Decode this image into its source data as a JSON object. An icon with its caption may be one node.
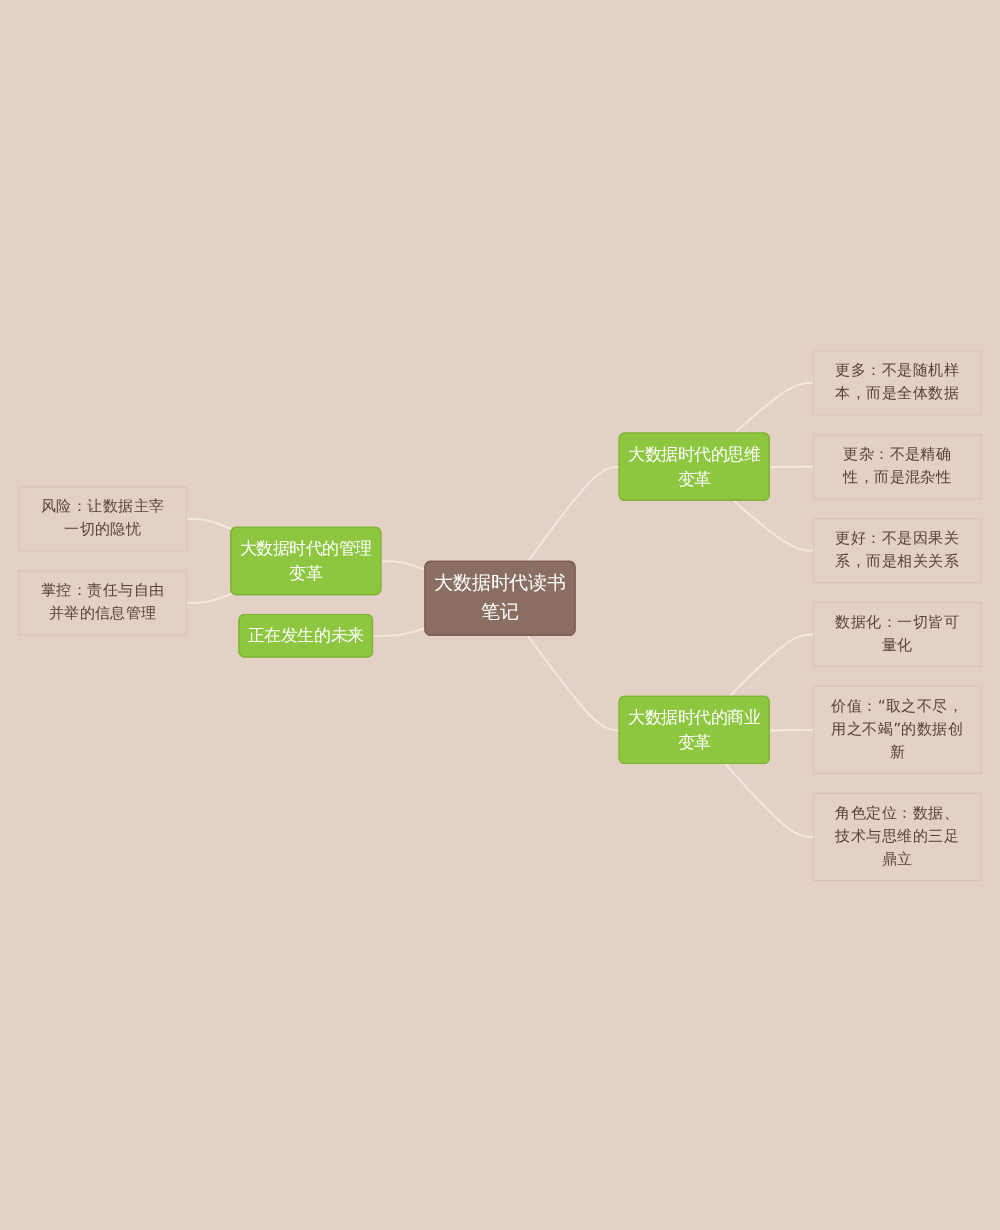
{
  "diagram": {
    "nodes": [
      {
        "text": [
          "大数据时代读书笔记"
        ]
      },
      {
        "text": [
          "大数据时代的思维变革"
        ]
      },
      {
        "text": [
          "更多：不是随机样本，而是全体数据"
        ]
      },
      {
        "text": [
          "更杂：不是精确性，而是混杂性"
        ]
      },
      {
        "text": [
          "更好：不是因果关系，而是相关关系"
        ]
      },
      {
        "text": [
          "大数据时代的商业变革"
        ]
      },
      {
        "text": [
          "数据化：一切皆可量化"
        ]
      },
      {
        "text": [
          "价值：“取之不尽，用之不竭”的数据创新"
        ]
      },
      {
        "text": [
          "角色定位：数据、技术与思维的三足鼎立"
        ]
      },
      {
        "text": [
          "大数据时代的管理变革"
        ]
      },
      {
        "text": [
          "风险：让数据主宰一切的隐忧"
        ]
      },
      {
        "text": [
          "掌控：责任与自由并举的信息管理"
        ]
      },
      {
        "text": [
          "正在发生的未来"
        ]
      }
    ],
    "edges": [
      {
        "from": 0,
        "to": 1,
        "arrow": "none"
      },
      {
        "from": 1,
        "to": 2,
        "arrow": "none"
      },
      {
        "from": 1,
        "to": 3,
        "arrow": "none"
      },
      {
        "from": 1,
        "to": 4,
        "arrow": "none"
      },
      {
        "from": 0,
        "to": 5,
        "arrow": "none"
      },
      {
        "from": 5,
        "to": 6,
        "arrow": "none"
      },
      {
        "from": 5,
        "to": 7,
        "arrow": "none"
      },
      {
        "from": 5,
        "to": 8,
        "arrow": "none"
      },
      {
        "from": 9,
        "to": 0,
        "arrow": "none"
      },
      {
        "from": 10,
        "to": 9,
        "arrow": "none"
      },
      {
        "from": 11,
        "to": 9,
        "arrow": "none"
      },
      {
        "from": 12,
        "to": 0,
        "arrow": "none"
      }
    ]
  }
}
